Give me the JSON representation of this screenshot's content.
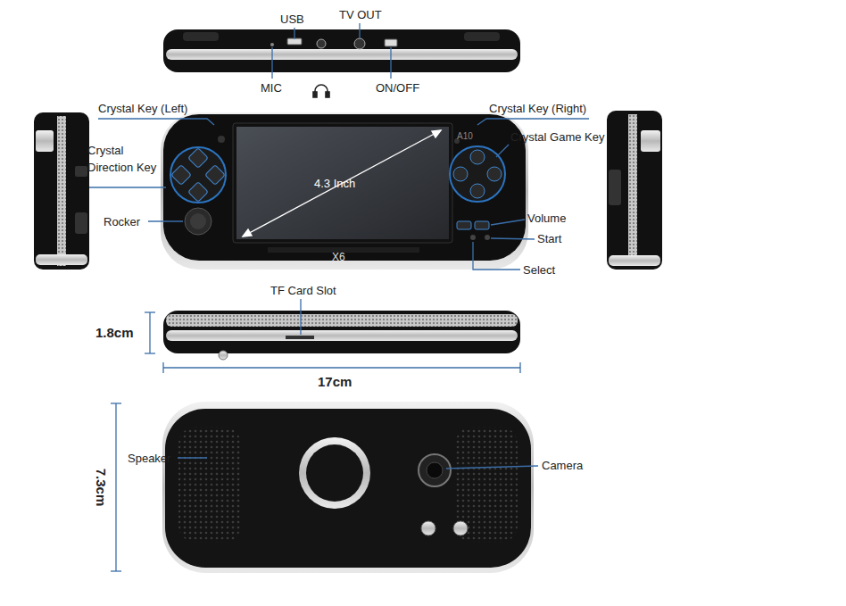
{
  "diagram": {
    "labels": [
      "USB",
      "TV OUT",
      "MIC",
      "ON/OFF",
      "Crystal Key (Left)",
      "Crystal Key (Right)",
      "Crystal Direction Key",
      "Crystal Game Key",
      "Rocker",
      "Volume",
      "Start",
      "Select",
      "4.3 Inch",
      "X6",
      "A10",
      "TF Card Slot",
      "1.8cm",
      "17cm",
      "7.3cm",
      "Speaker",
      "Camera"
    ]
  }
}
